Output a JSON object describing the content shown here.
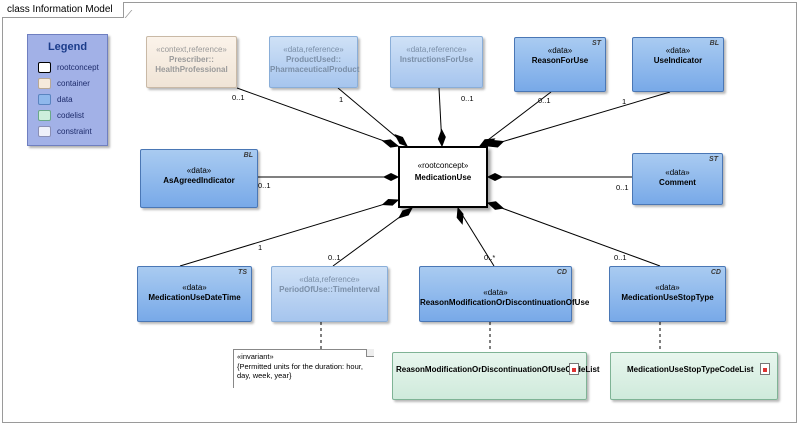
{
  "frame": {
    "title": "class Information Model"
  },
  "legend": {
    "title": "Legend",
    "items": [
      {
        "label": "rootconcept",
        "color": "#ffffff",
        "border": "#000000"
      },
      {
        "label": "container",
        "color": "#f6eadc",
        "border": "#b8a895"
      },
      {
        "label": "data",
        "color": "#8fb8ec",
        "border": "#5a84c0"
      },
      {
        "label": "codelist",
        "color": "#cdeedc",
        "border": "#6aa888"
      },
      {
        "label": "constraint",
        "color": "#eef0fa",
        "border": "#8a8fb5"
      }
    ]
  },
  "classes": {
    "prescriber": {
      "stereotype": "«context,reference»",
      "name_line1": "Prescriber::",
      "name_line2": "HealthProfessional"
    },
    "product_used": {
      "stereotype": "«data,reference»",
      "name_line1": "ProductUsed::",
      "name_line2": "PharmaceuticalProduct"
    },
    "instructions": {
      "stereotype": "«data,reference»",
      "name": "InstructionsForUse"
    },
    "reason_for_use": {
      "stereotype": "«data»",
      "name": "ReasonForUse",
      "tag": "ST"
    },
    "use_indicator": {
      "stereotype": "«data»",
      "name": "UseIndicator",
      "tag": "BL"
    },
    "as_agreed": {
      "stereotype": "«data»",
      "name": "AsAgreedIndicator",
      "tag": "BL"
    },
    "medication_use": {
      "stereotype": "«rootconcept»",
      "name": "MedicationUse"
    },
    "comment": {
      "stereotype": "«data»",
      "name": "Comment",
      "tag": "ST"
    },
    "date_time": {
      "stereotype": "«data»",
      "name": "MedicationUseDateTime",
      "tag": "TS"
    },
    "period_of_use": {
      "stereotype": "«data,reference»",
      "name": "PeriodOfUse::TimeInterval"
    },
    "reason_modification": {
      "stereotype": "«data»",
      "name": "ReasonModificationOrDiscontinuationOfUse",
      "tag": "CD"
    },
    "stop_type": {
      "stereotype": "«data»",
      "name": "MedicationUseStopType",
      "tag": "CD"
    },
    "reason_codelist": {
      "name": "ReasonModificationOrDiscontinuationOfUseCodeList"
    },
    "stop_codelist": {
      "name": "MedicationUseStopTypeCodeList"
    }
  },
  "multiplicities": {
    "prescriber": "0..1",
    "product_used": "1",
    "instructions": "0..1",
    "reason_for_use": "0..1",
    "use_indicator": "1",
    "as_agreed": "0..1",
    "comment": "0..1",
    "date_time": "1",
    "period_of_use": "0..1",
    "reason_modification": "0..*",
    "stop_type": "0..1"
  },
  "note": {
    "stereotype": "«invariant»",
    "line1": "{Permitted units for the duration: hour,",
    "line2": "day, week, year}"
  }
}
